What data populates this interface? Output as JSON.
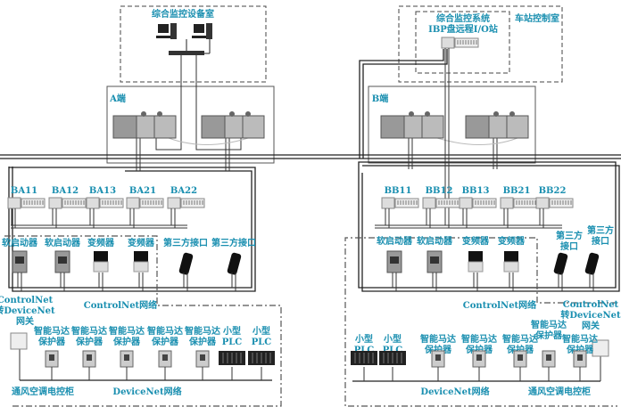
{
  "colors": {
    "label": "#1a8fb0",
    "line": "#222222"
  },
  "rooms": {
    "monitor_room": "综合监控设备室",
    "a_end": "A端",
    "b_end": "B端",
    "station_room": "车站控制室",
    "ibp_line1": "综合监控系统",
    "ibp_line2": "IBP盘远程I/O站"
  },
  "left": {
    "io_modules": [
      "BA11",
      "BA12",
      "BA13",
      "BA21",
      "BA22"
    ],
    "devices": [
      "软启动器",
      "软启动器",
      "变频器",
      "变频器",
      "第三方接口",
      "第三方接口"
    ],
    "gateway": [
      "ControlNet",
      "转DeviceNet",
      "网关"
    ],
    "controlnet_label": "ControlNet网络",
    "devicenet_devices": [
      [
        "智能马达",
        "保护器"
      ],
      [
        "智能马达",
        "保护器"
      ],
      [
        "智能马达",
        "保护器"
      ],
      [
        "智能马达",
        "保护器"
      ],
      [
        "智能马达",
        "保护器"
      ],
      [
        "小型",
        "PLC"
      ],
      [
        "小型",
        "PLC"
      ]
    ],
    "cabinet_label": "通风空调电控柜",
    "devicenet_label": "DeviceNet网络"
  },
  "right": {
    "io_modules": [
      "BB11",
      "BB12",
      "BB13",
      "BB21",
      "BB22"
    ],
    "devices": [
      "软启动器",
      "软启动器",
      "变频器",
      "变频器"
    ],
    "third_party": [
      [
        "第三方",
        "接口"
      ],
      [
        "第三方",
        "接口"
      ]
    ],
    "gateway": [
      "ControlNet",
      "转DeviceNet",
      "网关"
    ],
    "controlnet_label": "ControlNet网络",
    "devicenet_devices": [
      [
        "小型",
        "PLC"
      ],
      [
        "小型",
        "PLC"
      ],
      [
        "智能马达",
        "保护器"
      ],
      [
        "智能马达",
        "保护器"
      ],
      [
        "智能马达",
        "保护器"
      ],
      [
        "智能马达",
        "保护器"
      ],
      [
        "智能马达",
        "保护器"
      ]
    ],
    "cabinet_label": "通风空调电控柜",
    "devicenet_label": "DeviceNet网络"
  }
}
